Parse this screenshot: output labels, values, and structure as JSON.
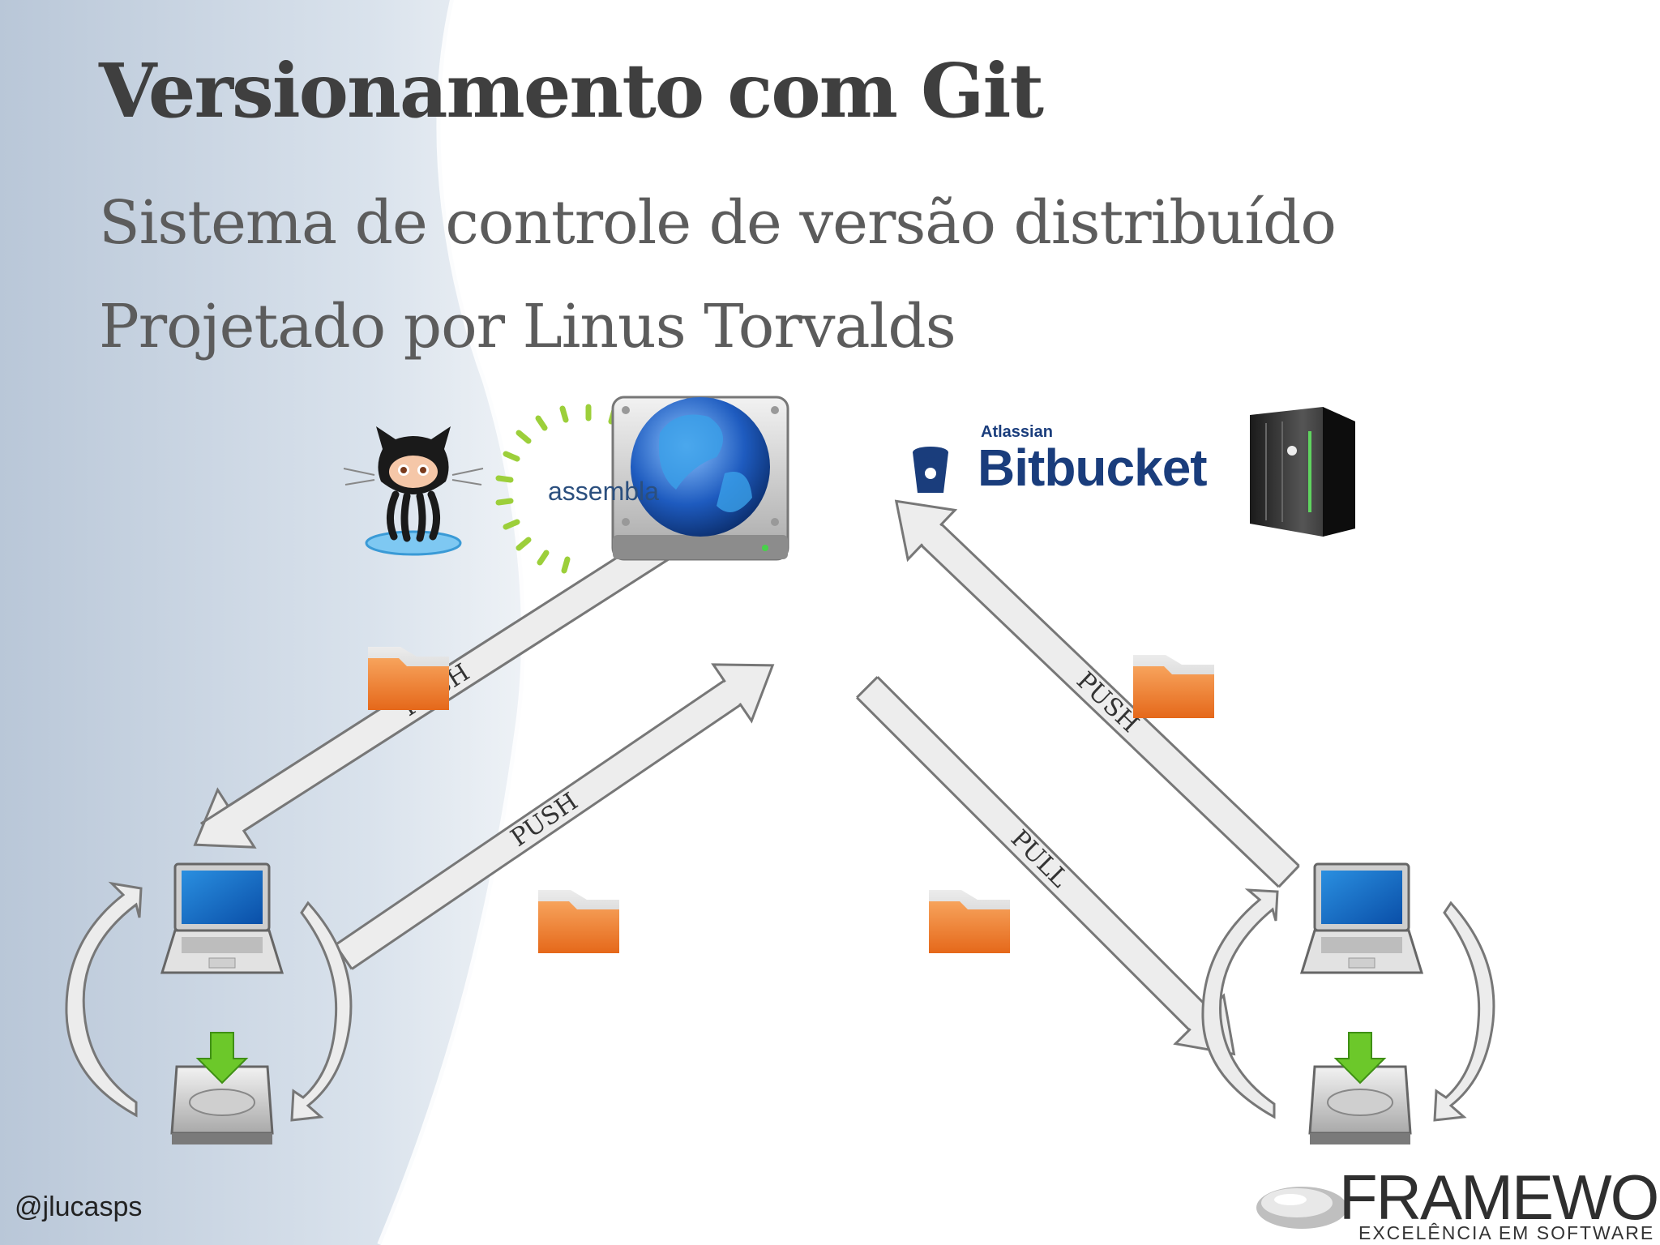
{
  "slide": {
    "title": "Versionamento com Git",
    "bullets": [
      "Sistema de controle de versão distribuído",
      "Projetado por Linus Torvalds"
    ],
    "author_handle": "@jlucasps"
  },
  "logos": {
    "assembla": "assembla",
    "atlassian": "Atlassian",
    "bitbucket": "Bitbucket",
    "framework_name": "FRAMEWORK",
    "framework_tagline": "EXCELÊNCIA EM SOFTWARE"
  },
  "arrows": {
    "server_to_left": "PUSH",
    "left_to_server": "PUSH",
    "right_to_server": "PUSH",
    "server_to_right": "PULL"
  },
  "icons": [
    "github-octocat-icon",
    "assembla-logo",
    "server-globe-icon",
    "bitbucket-logo",
    "rack-server-icon",
    "folder-icon",
    "laptop-icon",
    "hard-drive-download-icon",
    "cycle-arrow-icon"
  ],
  "colors": {
    "title": "#3f3f3f",
    "bullets": "#5c5c5c",
    "arrow_fill": "#ededed",
    "arrow_stroke": "#777777",
    "folder": "#ef7a22",
    "bitbucket": "#1a3d7c",
    "download_arrow": "#6cc82a"
  }
}
